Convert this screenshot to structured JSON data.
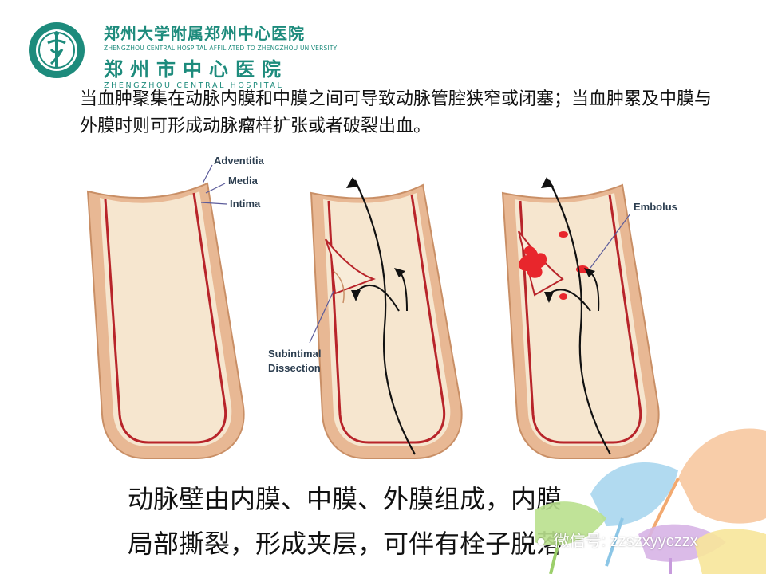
{
  "header": {
    "hospital_name_cn_top": "郑州大学附属郑州中心医院",
    "hospital_name_en_top": "ZHENGZHOU CENTRAL HOSPITAL AFFILIATED TO ZHENGZHOU UNIVERSITY",
    "hospital_name_cn": "郑州市中心医院",
    "hospital_name_en": "ZHENGZHOU CENTRAL HOSPITAL",
    "logo_color": "#1d8b7c"
  },
  "content": {
    "top_paragraph": "当血肿聚集在动脉内膜和中膜之间可导致动脉管腔狭窄或闭塞；当血肿累及中膜与外膜时则可形成动脉瘤样扩张或者破裂出血。",
    "bottom_line1": "动脉壁由内膜、中膜、外膜组成，内膜",
    "bottom_line2": "局部撕裂，形成夹层，可伴有栓子脱落"
  },
  "figure": {
    "label_adventitia": "Adventitia",
    "label_media": "Media",
    "label_intima": "Intima",
    "label_subintimal_1": "Subintimal",
    "label_subintimal_2": "Dissection",
    "label_embolus": "Embolus"
  },
  "watermark": {
    "text": "微信号: zzszxyyczzx"
  }
}
